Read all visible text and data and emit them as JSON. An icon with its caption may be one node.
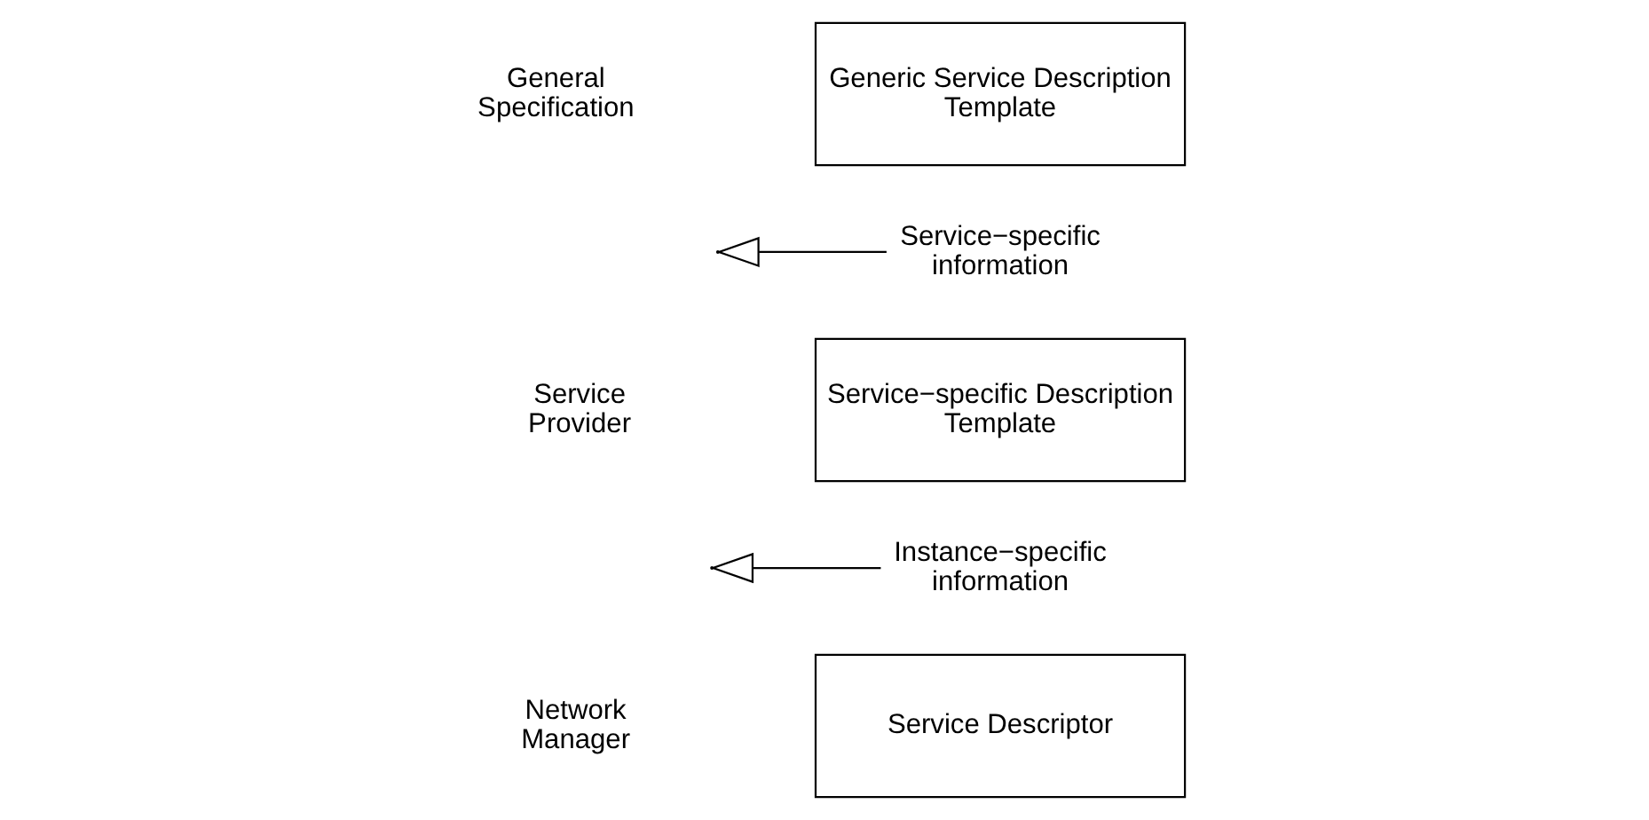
{
  "diagram": {
    "nodes": [
      {
        "text": [
          "Generic Service Description Template"
        ]
      },
      {
        "text": [
          "Service−specific Description Template"
        ]
      },
      {
        "text": [
          "Service Descriptor"
        ]
      },
      {
        "text": [
          "Service−specific information"
        ]
      },
      {
        "text": [
          "Instance−specific information"
        ]
      }
    ],
    "edges": [
      {
        "from": 3,
        "to": null,
        "arrow": "to"
      },
      {
        "from": 4,
        "to": null,
        "arrow": "to"
      }
    ],
    "labels": [
      "General Specification",
      "Service Provider",
      "Network Manager"
    ]
  }
}
